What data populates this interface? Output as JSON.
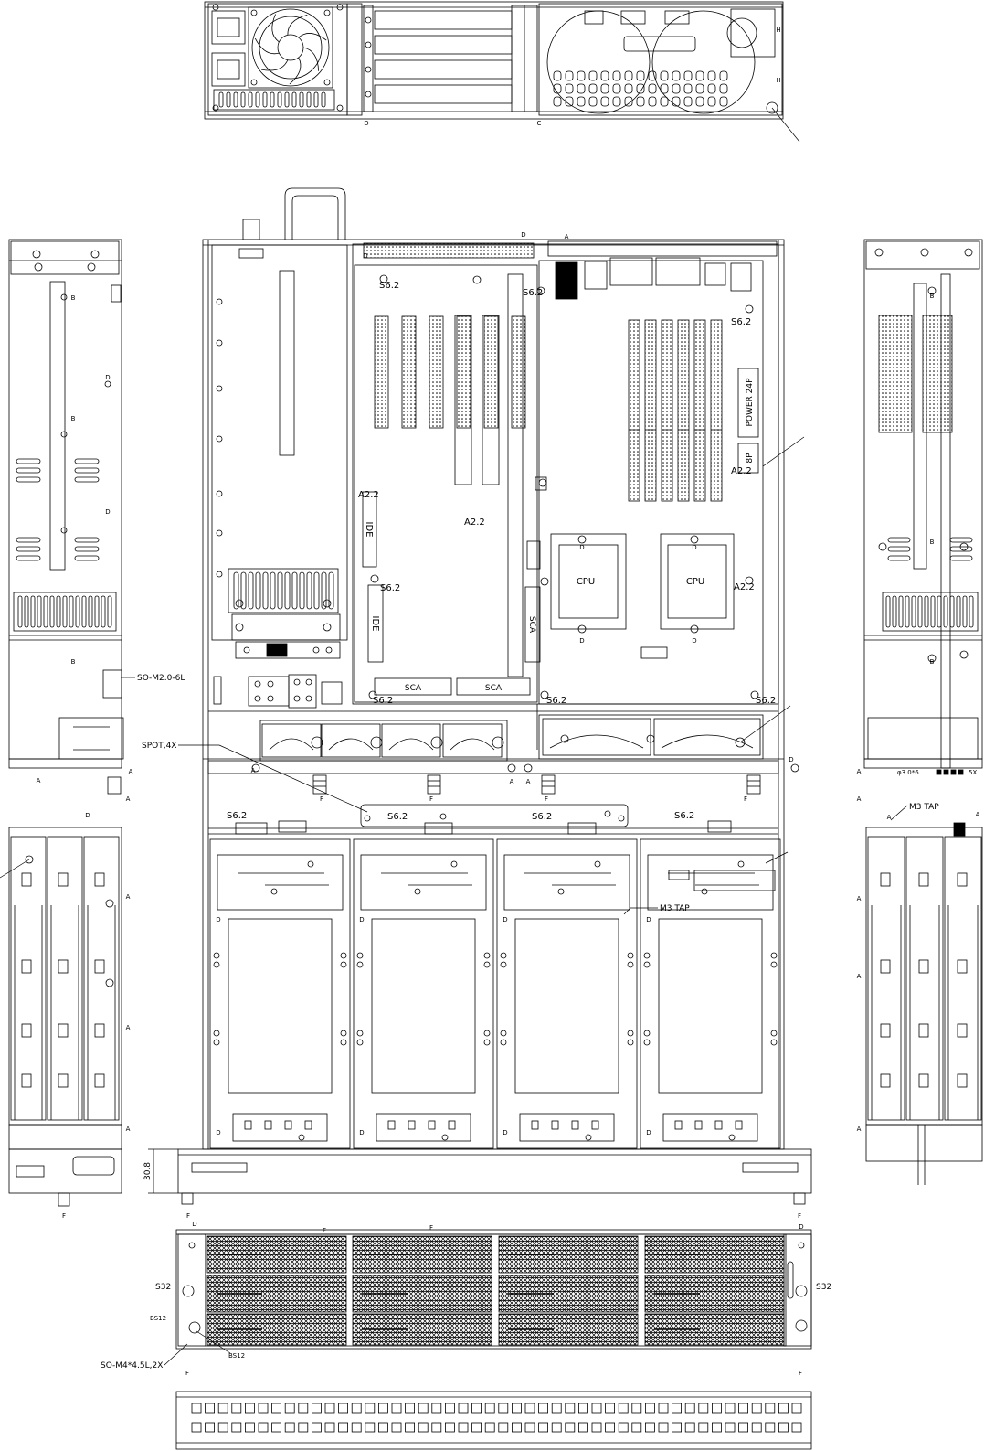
{
  "labels": {
    "s6_2": "S6.2",
    "a2_2": "A2.2",
    "s32": "S32",
    "bs12": "BS12"
  },
  "datum_letters": {
    "a": "A",
    "b": "B",
    "c": "C",
    "d": "D",
    "f": "F",
    "h": "H"
  },
  "motherboard": {
    "cpu": "CPU",
    "power_24p": "POWER 24P",
    "power_8p": "8P",
    "ide": "IDE",
    "sca": "SCA"
  },
  "callouts": {
    "spot": "SPOT,4X",
    "standoff_m2": "SO-M2.0-6L",
    "m3_tap": "M3 TAP",
    "standoff_m4": "SO-M4*4.5L,2X",
    "hole_spec": "φ3.0*6",
    "hole_count": "5X"
  },
  "dimensions": {
    "bezel_height": "30.8"
  },
  "colors": {
    "line": "#000000",
    "background": "#ffffff"
  }
}
